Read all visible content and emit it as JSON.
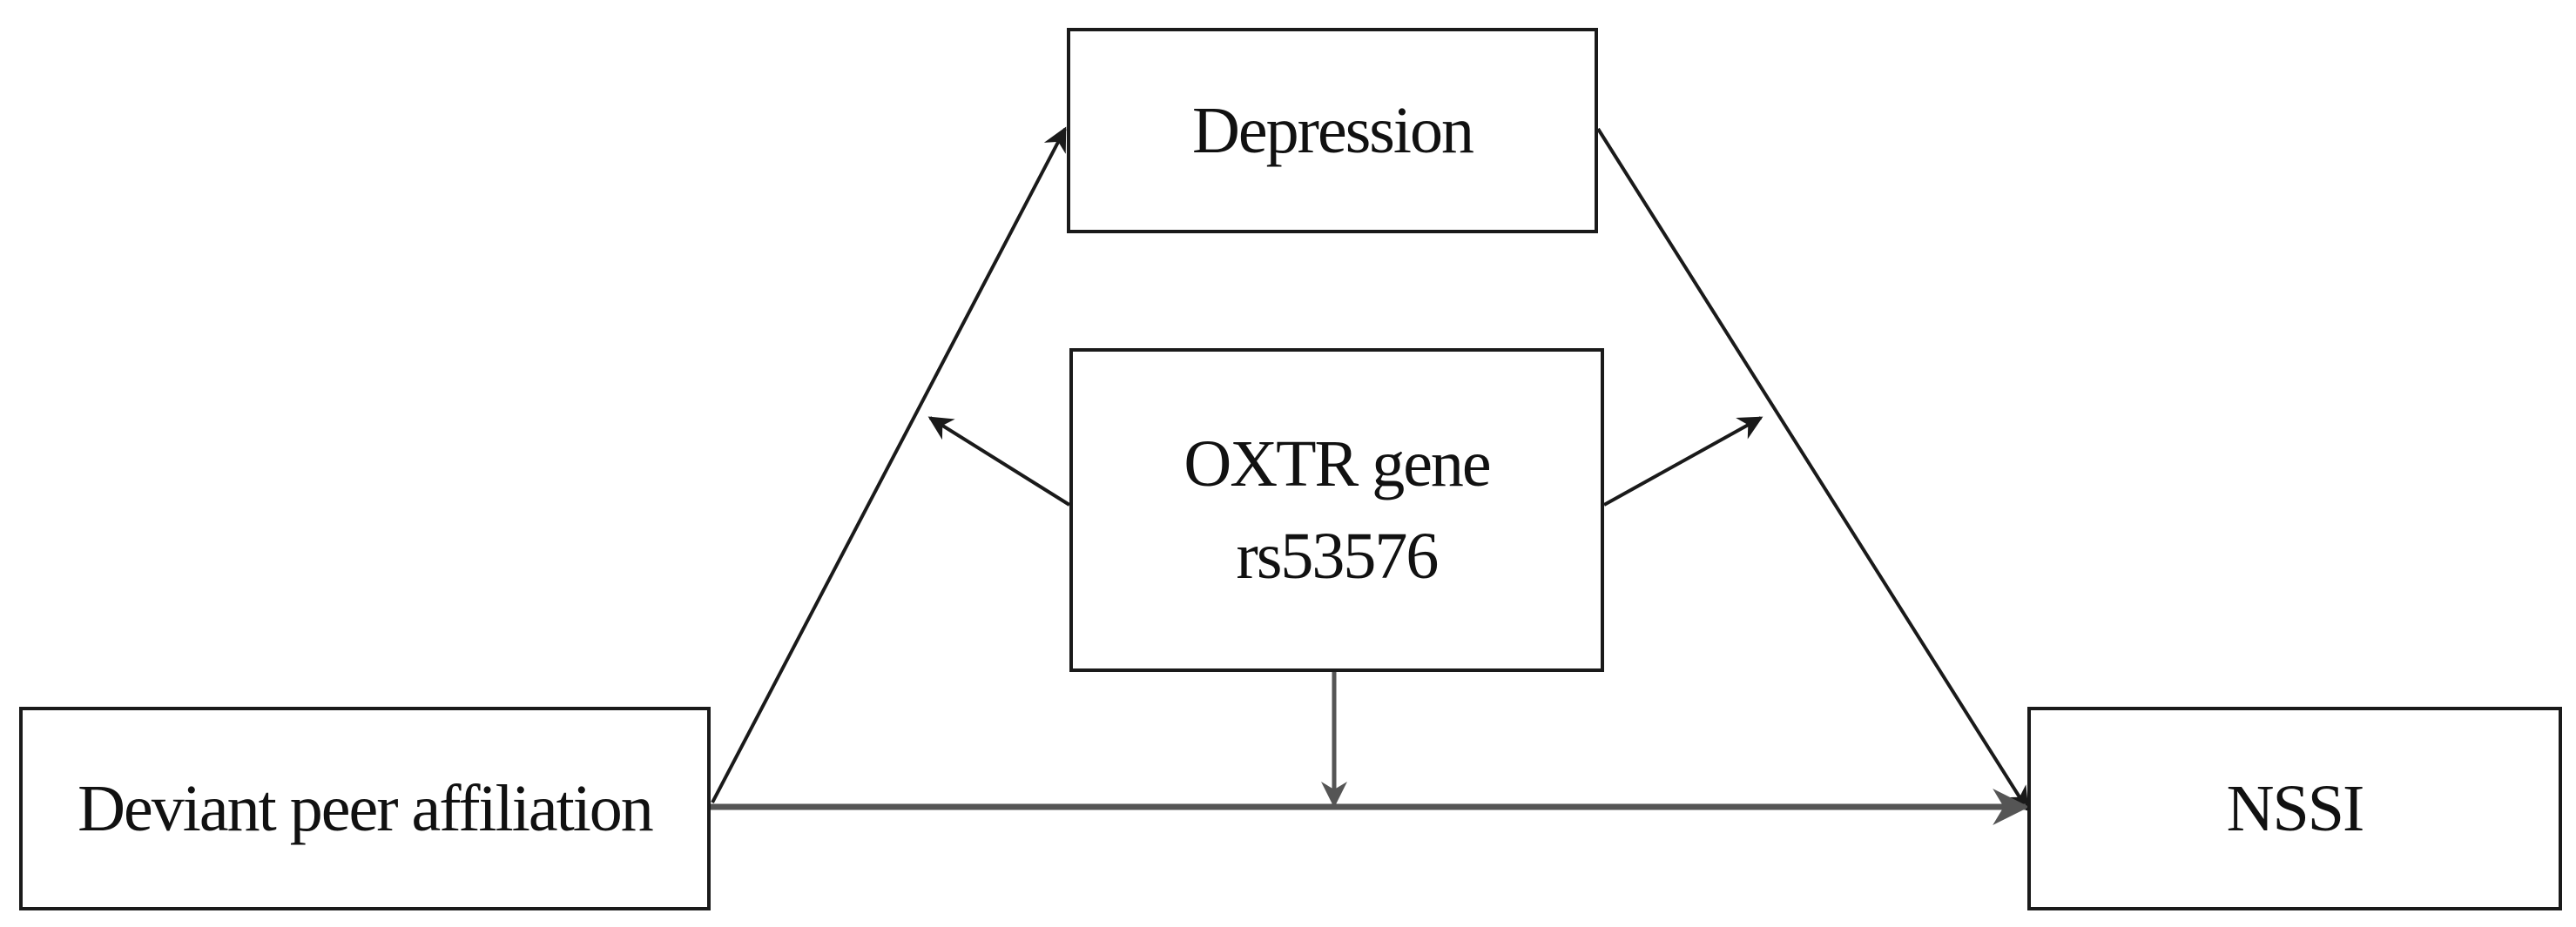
{
  "diagram": {
    "nodes": {
      "predictor": {
        "label": "Deviant peer affiliation"
      },
      "mediator": {
        "label": "Depression"
      },
      "moderator": {
        "line1": "OXTR gene",
        "line2": "rs53576"
      },
      "outcome": {
        "label": "NSSI"
      }
    },
    "edges": [
      {
        "from": "predictor",
        "to": "mediator"
      },
      {
        "from": "mediator",
        "to": "outcome"
      },
      {
        "from": "predictor",
        "to": "outcome"
      },
      {
        "from": "moderator",
        "to": "predictor-mediator path"
      },
      {
        "from": "moderator",
        "to": "mediator-outcome path"
      },
      {
        "from": "moderator",
        "to": "predictor-outcome path"
      }
    ],
    "colors": {
      "line": "#1a1a1a",
      "direct_path": "#555555",
      "background": "#ffffff"
    }
  }
}
